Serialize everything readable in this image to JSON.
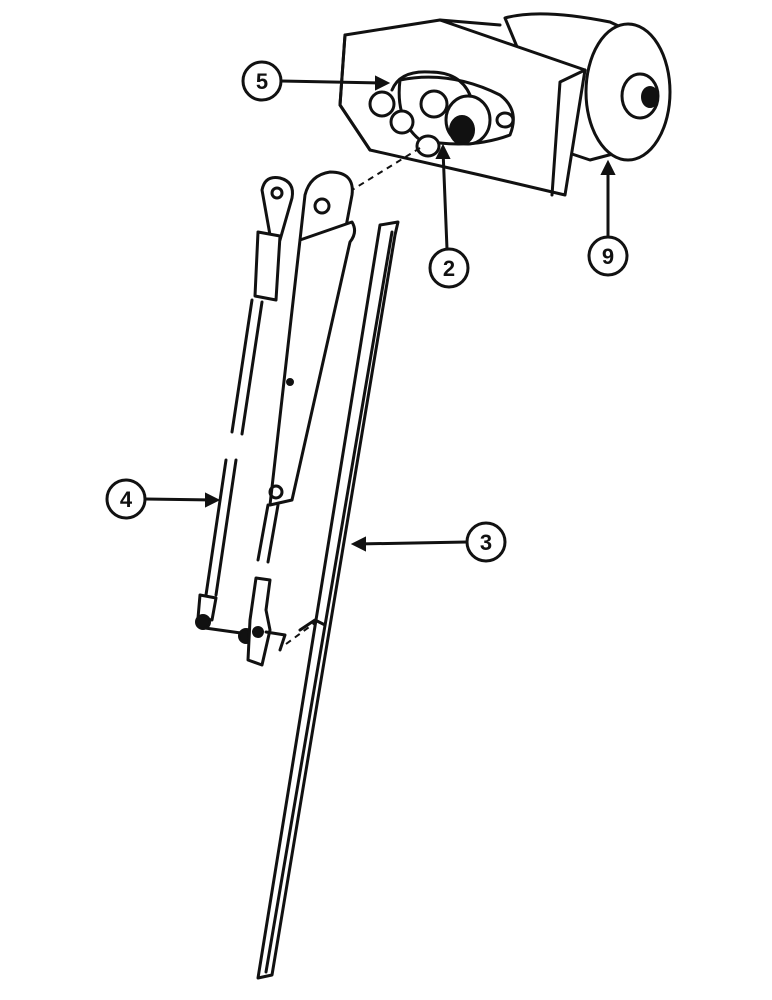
{
  "callouts": [
    {
      "id": "callout-5",
      "label": "5",
      "part": "wiper-motor-wiring-harness"
    },
    {
      "id": "callout-2",
      "label": "2",
      "part": "drive-spindle"
    },
    {
      "id": "callout-9",
      "label": "9",
      "part": "wiper-motor"
    },
    {
      "id": "callout-4",
      "label": "4",
      "part": "wiper-linkage-rod"
    },
    {
      "id": "callout-3",
      "label": "3",
      "part": "wiper-blade"
    }
  ],
  "colors": {
    "ink": "#111111",
    "paper": "#ffffff"
  }
}
